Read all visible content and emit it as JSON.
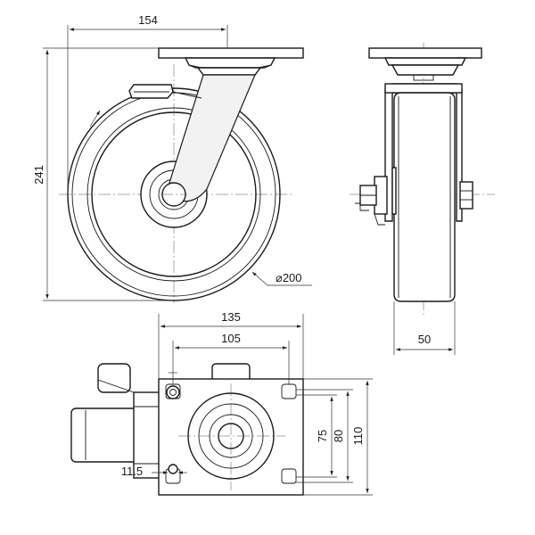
{
  "dimensions": {
    "top_width": "154",
    "overall_height": "241",
    "wheel_diameter": "⌀200",
    "wheel_width": "50",
    "plate_length": "135",
    "bolt_spacing_x": "105",
    "bolt_spacing_y": "75",
    "plate_inner": "80",
    "plate_width": "110",
    "bolt_hole": "11.5"
  },
  "views": [
    "side-view",
    "front-view",
    "top-view"
  ]
}
